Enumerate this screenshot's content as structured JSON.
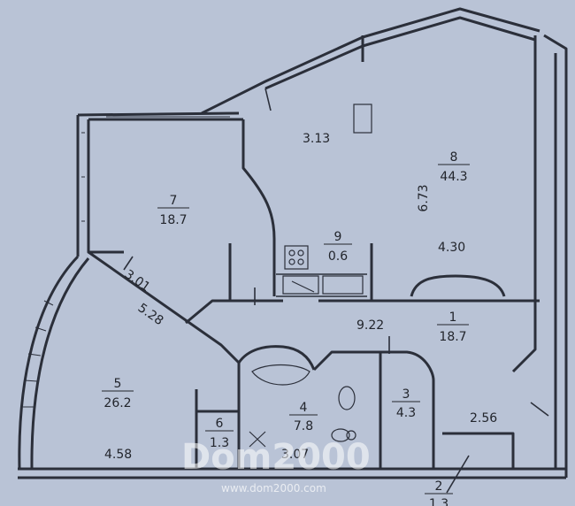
{
  "rooms": [
    {
      "number": "7",
      "area": "18.7"
    },
    {
      "number": "8",
      "area": "44.3"
    },
    {
      "number": "9",
      "area": "0.6"
    },
    {
      "number": "1",
      "area": "18.7"
    },
    {
      "number": "5",
      "area": "26.2"
    },
    {
      "number": "4",
      "area": "7.8"
    },
    {
      "number": "3",
      "area": "4.3"
    },
    {
      "number": "6",
      "area": "1.3"
    },
    {
      "number": "2",
      "area": "1.3"
    }
  ],
  "dimensions": {
    "d_3_13": "3.13",
    "d_6_73": "6.73",
    "d_4_30": "4.30",
    "d_3_01": "3.01",
    "d_5_28": "5.28",
    "d_9_22": "9.22",
    "d_2_56": "2.56",
    "d_4_58": "4.58",
    "d_3_07": "3.07"
  },
  "watermark": {
    "brand": "Dom2000",
    "url": "www.dom2000.com"
  },
  "colors": {
    "background": "#b9c3d6",
    "lines": "#2b2f3a"
  }
}
